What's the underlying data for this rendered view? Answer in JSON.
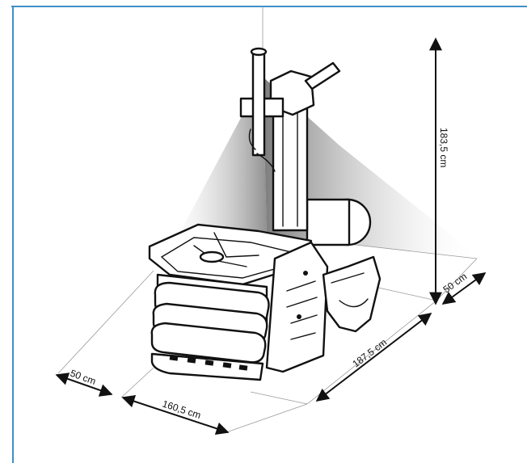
{
  "dimensions": {
    "height": "183,5 cm",
    "depth_back": "50 cm",
    "diagonal_length": "187,5 cm",
    "width_front": "160,5 cm",
    "depth_front": "50 cm"
  },
  "colors": {
    "frame": "#3f8fc7",
    "arrow": "#111111",
    "reference_line": "#9a9a9a",
    "shadow_dark": "#8a8a8a"
  },
  "icons": {
    "machine": "tyre-changer-machine-sketch"
  }
}
